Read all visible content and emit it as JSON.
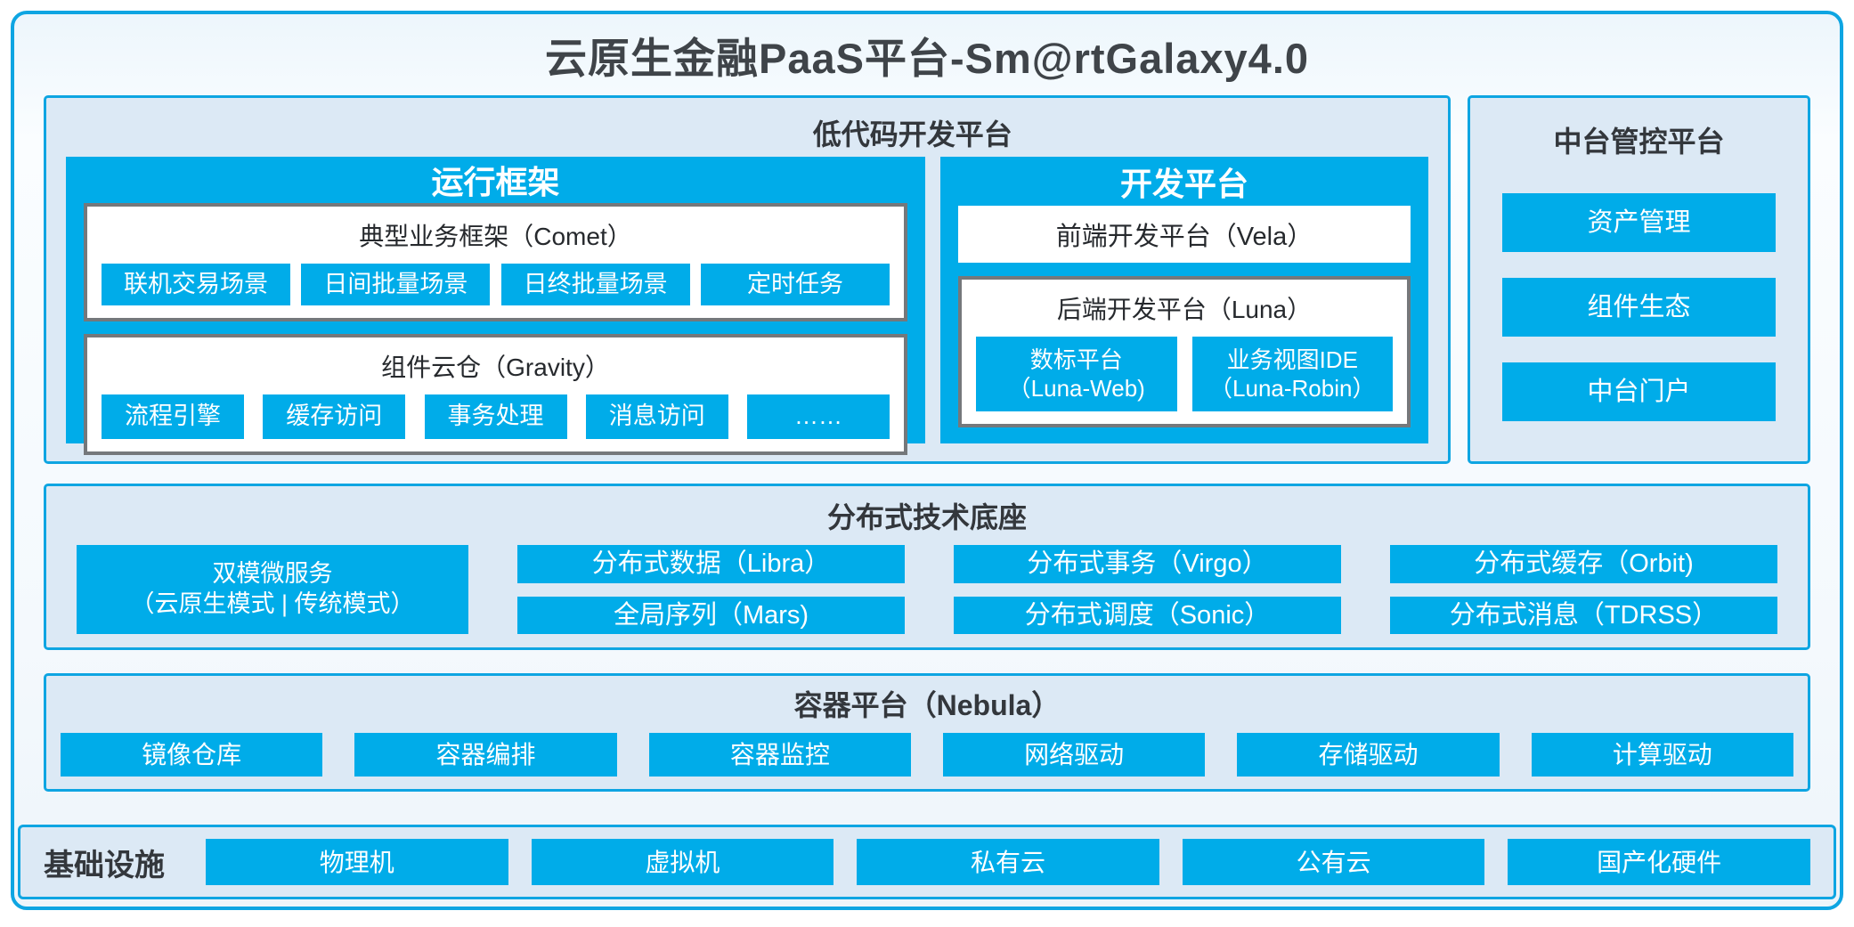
{
  "colors": {
    "accent_blue": "#00ace9",
    "panel_fill": "#dce9f5",
    "panel_border": "#0ea5e2",
    "inner_gray_border": "#75787b",
    "dark_text": "#3f4449",
    "white_text": "#ffffff"
  },
  "title": "云原生金融PaaS平台-Sm@rtGalaxy4.0",
  "low_code": {
    "title": "低代码开发平台",
    "runtime": {
      "title": "运行框架",
      "comet": {
        "title": "典型业务框架（Comet）",
        "items": [
          "联机交易场景",
          "日间批量场景",
          "日终批量场景",
          "定时任务"
        ]
      },
      "gravity": {
        "title": "组件云仓（Gravity）",
        "items": [
          "流程引擎",
          "缓存访问",
          "事务处理",
          "消息访问",
          "……"
        ]
      }
    },
    "dev": {
      "title": "开发平台",
      "vela": "前端开发平台（Vela）",
      "luna": {
        "title": "后端开发平台（Luna）",
        "items": [
          {
            "line1": "数标平台",
            "line2": "（Luna-Web)"
          },
          {
            "line1": "业务视图IDE",
            "line2": "（Luna-Robin）"
          }
        ]
      }
    }
  },
  "mid_platform": {
    "title": "中台管控平台",
    "items": [
      "资产管理",
      "组件生态",
      "中台门户"
    ]
  },
  "distributed": {
    "title": "分布式技术底座",
    "dual_mode": {
      "line1": "双模微服务",
      "line2": "（云原生模式 | 传统模式）"
    },
    "cols": [
      {
        "top": "分布式数据（Libra）",
        "bottom": "全局序列（Mars)"
      },
      {
        "top": "分布式事务（Virgo）",
        "bottom": "分布式调度（Sonic）"
      },
      {
        "top": "分布式缓存（Orbit)",
        "bottom": "分布式消息（TDRSS）"
      }
    ]
  },
  "container_platform": {
    "title": "容器平台（Nebula）",
    "items": [
      "镜像仓库",
      "容器编排",
      "容器监控",
      "网络驱动",
      "存储驱动",
      "计算驱动"
    ]
  },
  "infrastructure": {
    "title": "基础设施",
    "items": [
      "物理机",
      "虚拟机",
      "私有云",
      "公有云",
      "国产化硬件"
    ]
  }
}
